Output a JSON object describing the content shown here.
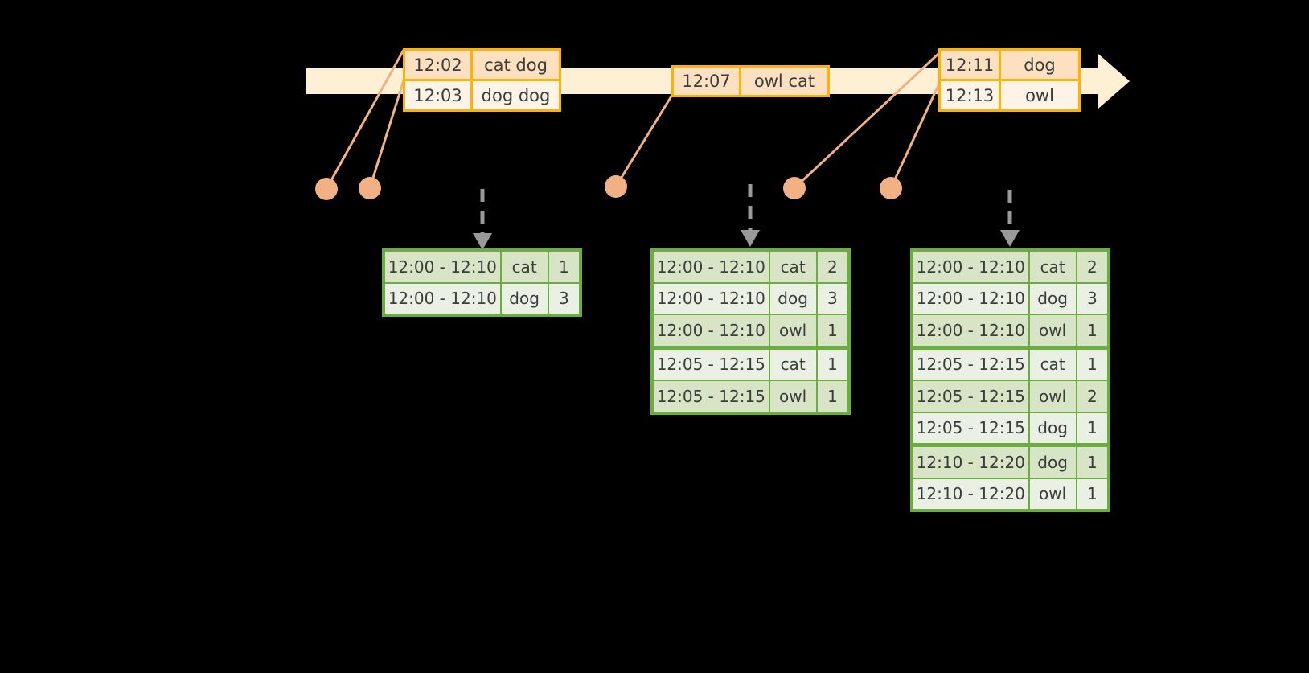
{
  "diagram": {
    "title": "streaming-window-aggregation-diagram",
    "colors": {
      "background": "#000000",
      "timeline_fill": "#FDF0D5",
      "event_border": "#FFB300",
      "event_fill_shade": "#FCE0C0",
      "event_fill_plain": "#FDF3E6",
      "table_border": "#6AAF3E",
      "table_fill_shade": "#D7E4C6",
      "table_fill_plain": "#EBF0E4",
      "connector": "#F2B183",
      "dashed_arrow": "#9A9A9A"
    }
  },
  "timeline": {
    "name": "event-stream-timeline",
    "arrow_direction": "right",
    "events": [
      {
        "name": "event-group-1",
        "rows": [
          {
            "time": "12:02",
            "words": "cat dog"
          },
          {
            "time": "12:03",
            "words": "dog dog"
          }
        ]
      },
      {
        "name": "event-group-2",
        "rows": [
          {
            "time": "12:07",
            "words": "owl cat"
          }
        ]
      },
      {
        "name": "event-group-3",
        "rows": [
          {
            "time": "12:11",
            "words": "dog"
          },
          {
            "time": "12:13",
            "words": "owl"
          }
        ]
      }
    ]
  },
  "tables": [
    {
      "name": "result-table-1",
      "rows": [
        {
          "range": "12:00 - 12:10",
          "word": "cat",
          "count": "1"
        },
        {
          "range": "12:00 - 12:10",
          "word": "dog",
          "count": "3"
        }
      ]
    },
    {
      "name": "result-table-2",
      "rows": [
        {
          "range": "12:00 - 12:10",
          "word": "cat",
          "count": "2"
        },
        {
          "range": "12:00 - 12:10",
          "word": "dog",
          "count": "3"
        },
        {
          "range": "12:00 - 12:10",
          "word": "owl",
          "count": "1"
        },
        {
          "range": "12:05 - 12:15",
          "word": "cat",
          "count": "1"
        },
        {
          "range": "12:05 - 12:15",
          "word": "owl",
          "count": "1"
        }
      ]
    },
    {
      "name": "result-table-3",
      "rows": [
        {
          "range": "12:00 - 12:10",
          "word": "cat",
          "count": "2"
        },
        {
          "range": "12:00 - 12:10",
          "word": "dog",
          "count": "3"
        },
        {
          "range": "12:00 - 12:10",
          "word": "owl",
          "count": "1"
        },
        {
          "range": "12:05 - 12:15",
          "word": "cat",
          "count": "1"
        },
        {
          "range": "12:05 - 12:15",
          "word": "owl",
          "count": "2"
        },
        {
          "range": "12:05 - 12:15",
          "word": "dog",
          "count": "1"
        },
        {
          "range": "12:10 - 12:20",
          "word": "dog",
          "count": "1"
        },
        {
          "range": "12:10 - 12:20",
          "word": "owl",
          "count": "1"
        }
      ]
    }
  ]
}
